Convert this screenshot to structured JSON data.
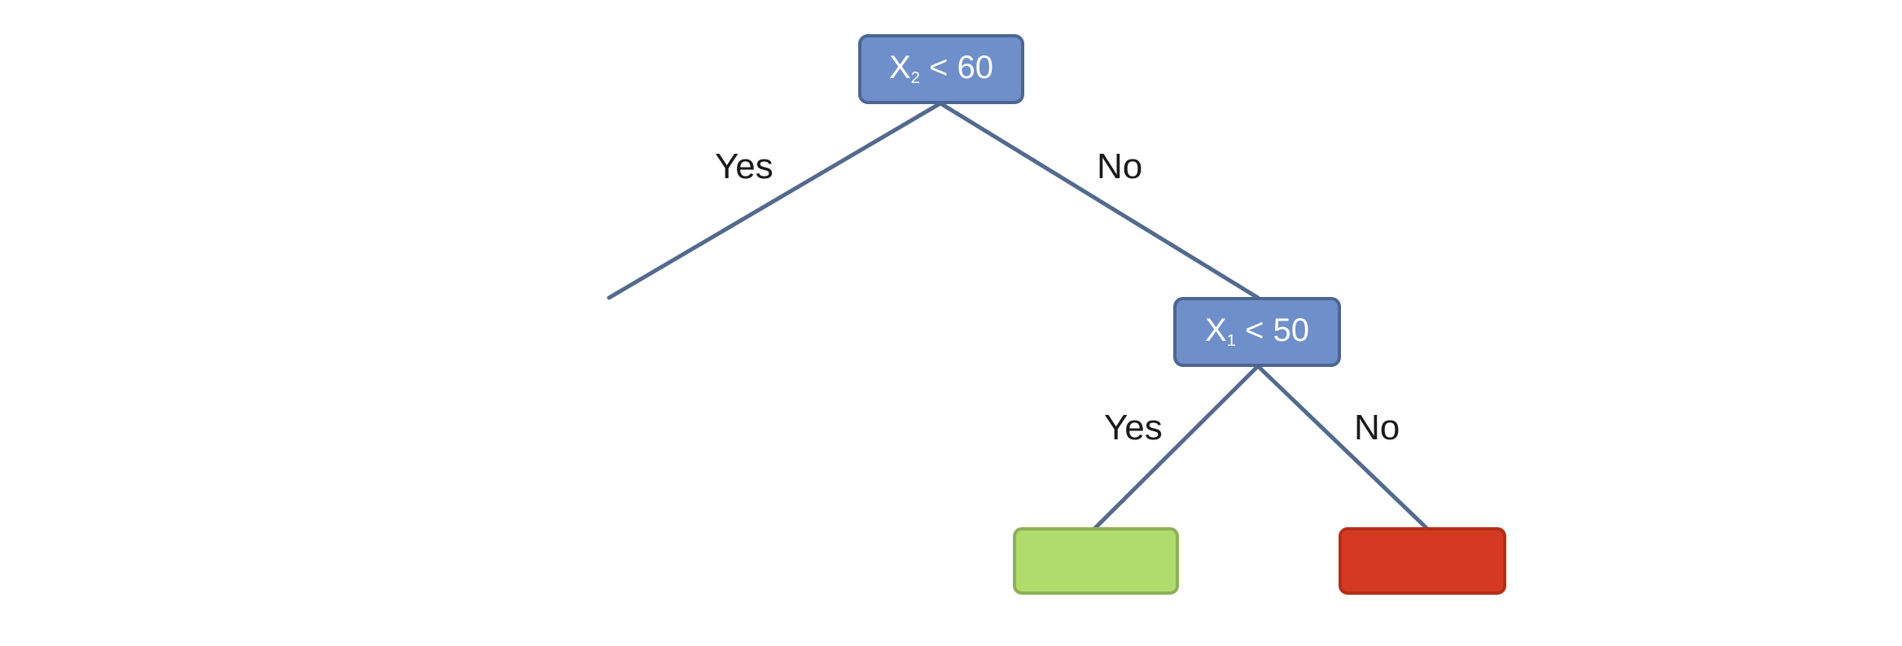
{
  "tree": {
    "root": {
      "var": "X",
      "sub": "2",
      "condition": " < 60",
      "fill_color": "#6e8fc9"
    },
    "edges": {
      "root_yes": "Yes",
      "root_no": "No",
      "child_yes": "Yes",
      "child_no": "No"
    },
    "child": {
      "var": "X",
      "sub": "1",
      "condition": " < 50",
      "fill_color": "#6e8fc9"
    },
    "leaves": {
      "yes_leaf": {
        "color": "#b0db6d",
        "border": "#8fb05a"
      },
      "no_leaf": {
        "color": "#d43a22",
        "border": "#b32f1b"
      }
    }
  }
}
